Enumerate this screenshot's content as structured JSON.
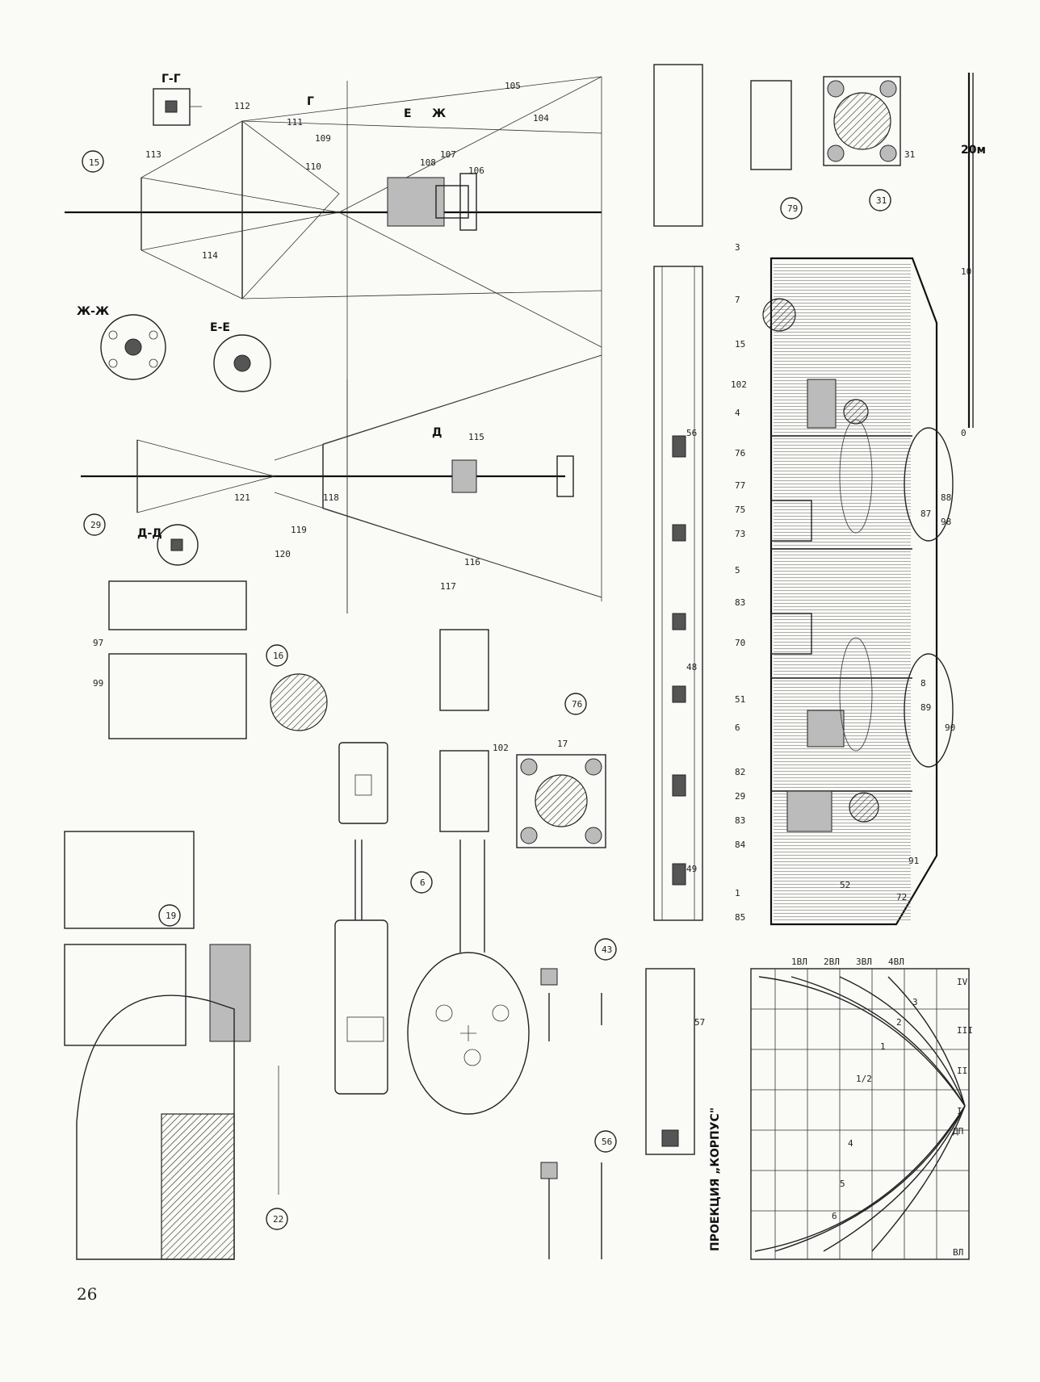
{
  "page_number": "26",
  "projection_title": "ПРОЕКЦИЯ „КОРПУС\"",
  "scale": {
    "label_0": "0",
    "label_10": "10",
    "label_20": "20м"
  },
  "section_labels": {
    "gg": "Г-Г",
    "zhzh": "Ж-Ж",
    "ee": "Е-Е",
    "dd": "Д-Д",
    "g": "Г",
    "e": "Е",
    "zh": "Ж",
    "d": "Д"
  },
  "circled": [
    "15",
    "29",
    "16",
    "19",
    "22",
    "6",
    "76",
    "43",
    "56",
    "31",
    "79"
  ],
  "mast_callouts": [
    "113",
    "112",
    "111",
    "109",
    "110",
    "105",
    "104",
    "108",
    "107",
    "106",
    "114",
    "115",
    "116",
    "117",
    "118",
    "119",
    "120",
    "121"
  ],
  "plan_callouts": [
    "3",
    "7",
    "15",
    "102",
    "4",
    "76",
    "77",
    "75",
    "73",
    "5",
    "83",
    "70",
    "6",
    "51",
    "82",
    "29",
    "83",
    "84",
    "1",
    "85",
    "72",
    "91",
    "52",
    "90",
    "89",
    "8",
    "87",
    "88",
    "98"
  ],
  "part_callouts": [
    "97",
    "99",
    "102",
    "17",
    "48",
    "56",
    "49",
    "57",
    "31"
  ],
  "body_lines": [
    "IV",
    "III",
    "II",
    "I",
    "1/2",
    "1",
    "2",
    "3",
    "4",
    "5",
    "6",
    "ДП",
    "ВЛ",
    "2ВЛ",
    "3ВЛ",
    "4ВЛ",
    "1ВЛ"
  ]
}
